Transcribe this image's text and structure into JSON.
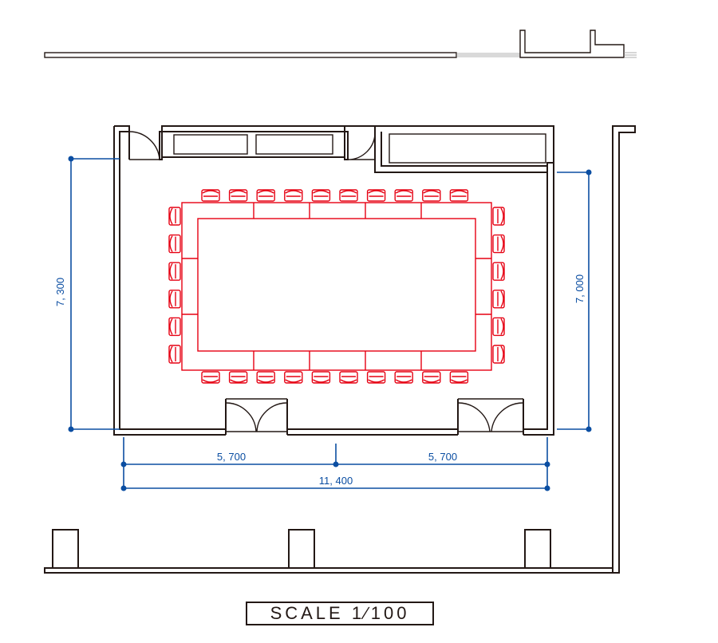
{
  "dimensions": {
    "left_height": "7, 300",
    "right_height": "7, 000",
    "left_half_width": "5, 700",
    "right_half_width": "5, 700",
    "total_width": "11, 400"
  },
  "scale_label": "SCALE  1∕100",
  "layout": {
    "top_chairs": 10,
    "bottom_chairs": 10,
    "side_chairs": 6
  },
  "colors": {
    "walls": "#231815",
    "furniture": "#e60012",
    "dimensions": "#0b4ea2"
  }
}
